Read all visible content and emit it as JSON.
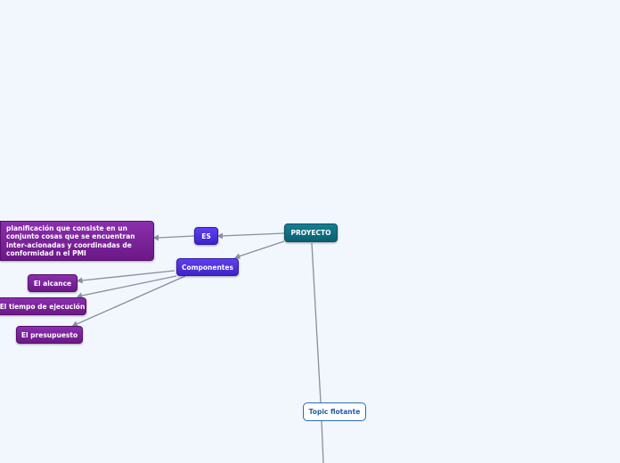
{
  "colors": {
    "background": "#f2f6fd",
    "root": "#0c6073",
    "main_topic": "#3e23c9",
    "subtopic": "#6c1887",
    "floating_border": "#2a6db5",
    "connector": "#8a8e9c"
  },
  "nodes": {
    "proyecto": "PROYECTO",
    "es": "ES",
    "definicion": "planificación que consiste en un conjunto cosas que se encuentran inter-acionadas y coordinadas de conformidad n el PMI",
    "componentes": "Componentes",
    "alcance": "El alcance",
    "tiempo": "El tiempo de ejecución",
    "presupuesto": "El presupuesto",
    "floating": "Topic flotante"
  }
}
